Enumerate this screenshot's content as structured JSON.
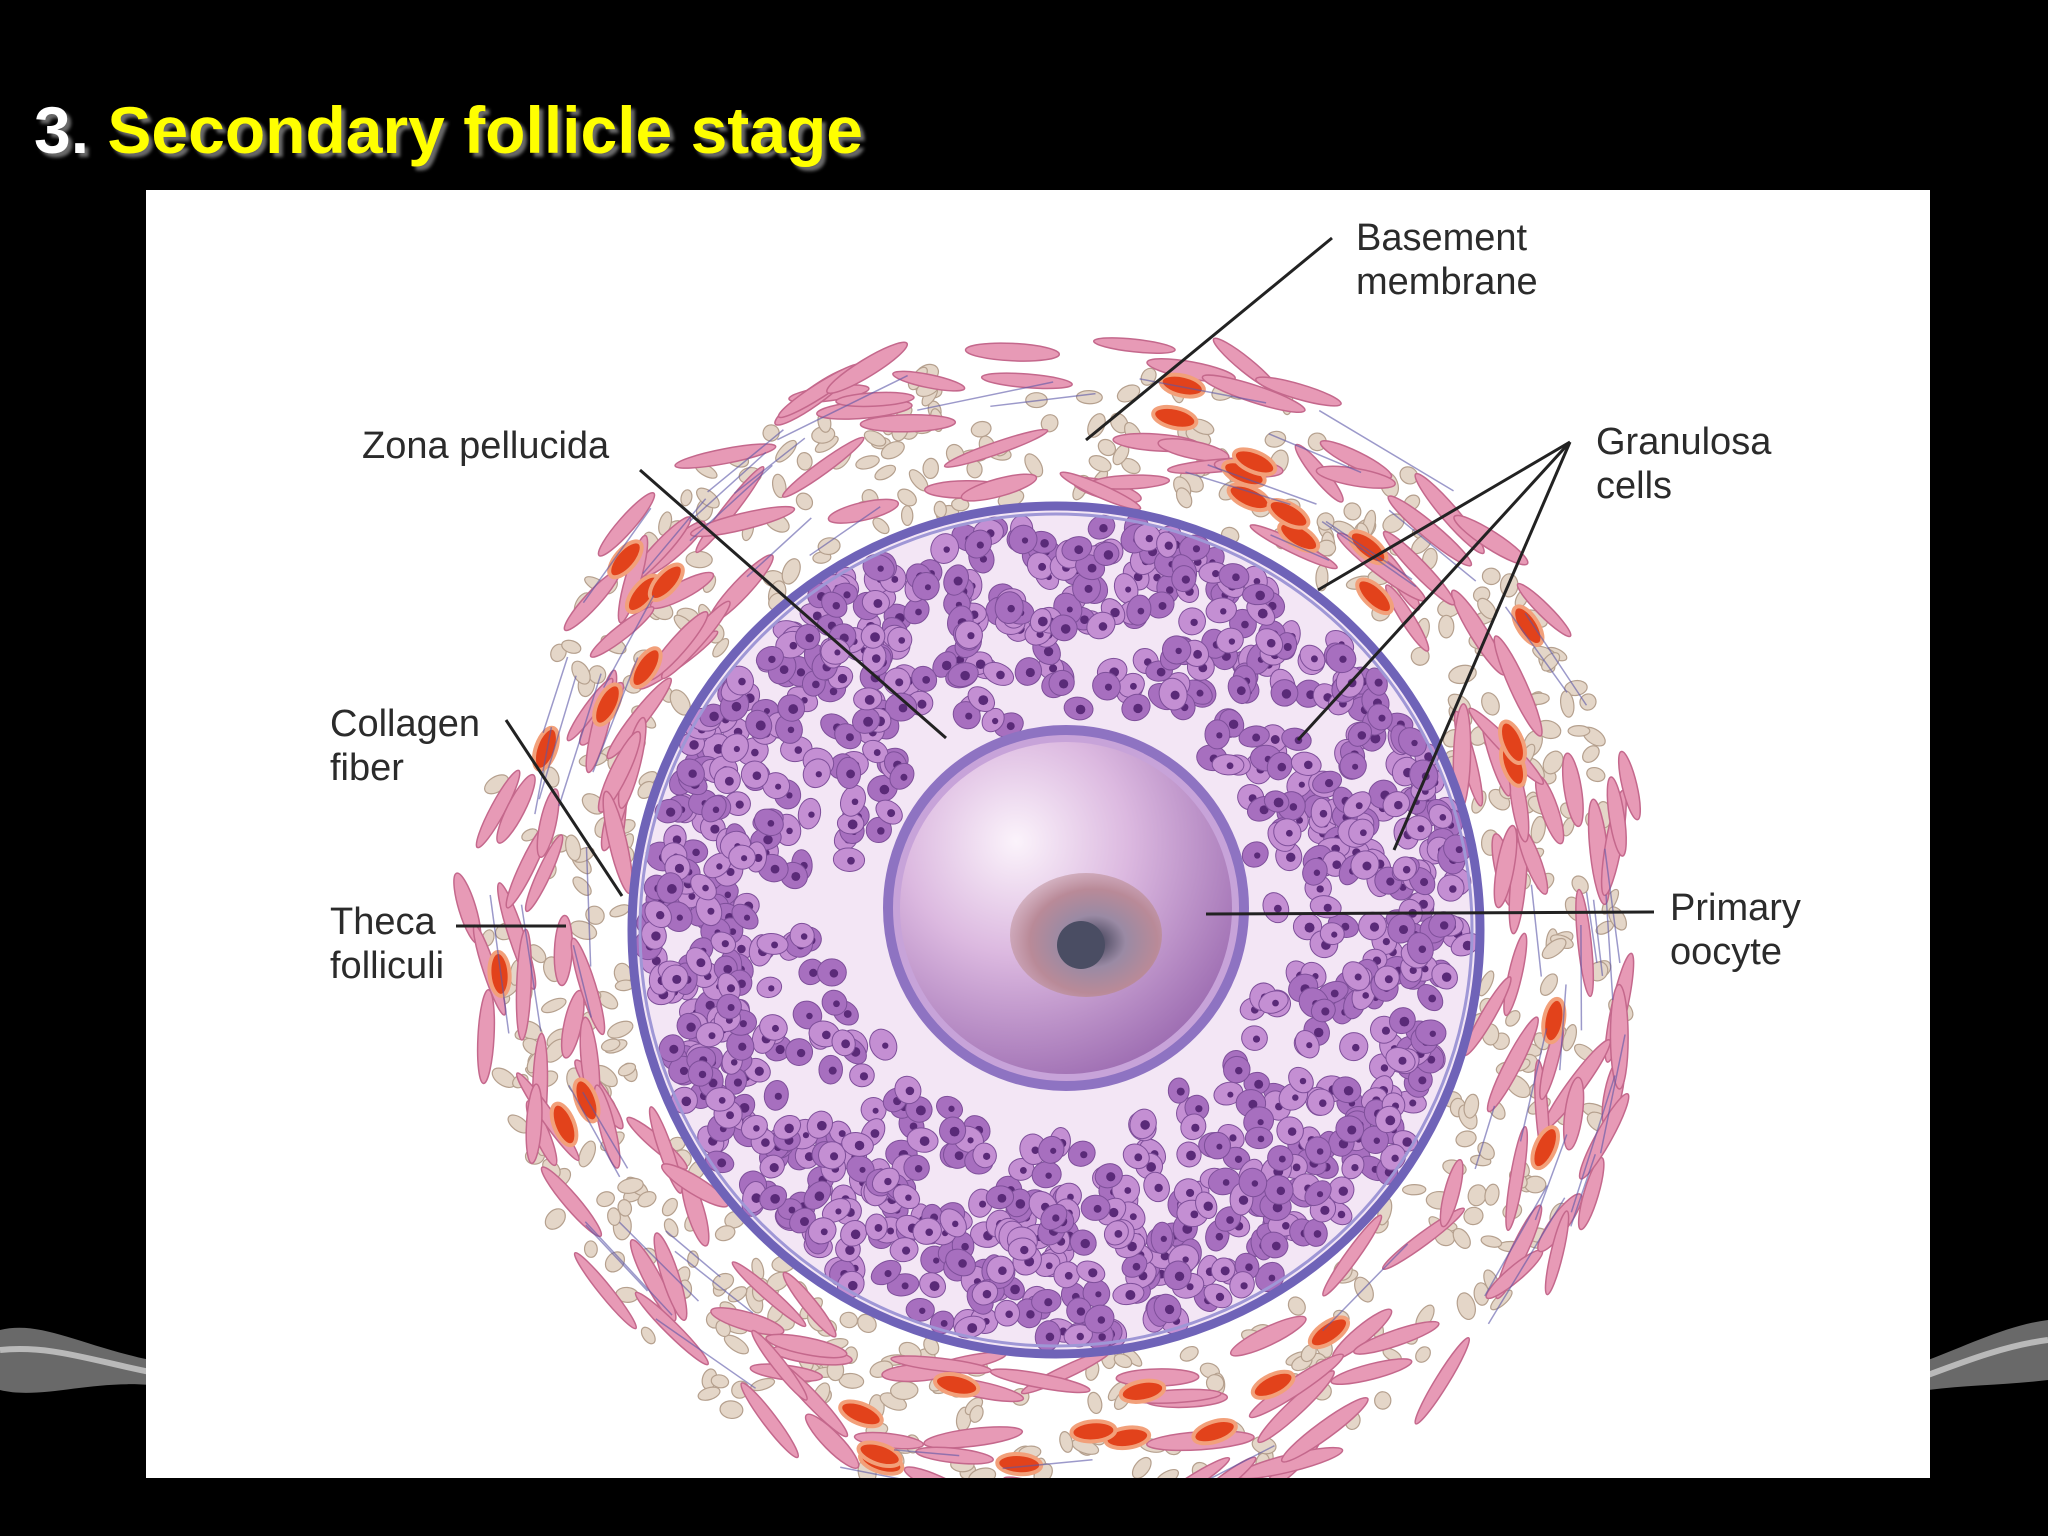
{
  "slide": {
    "title_number": "3.",
    "title_text": "Secondary follicle stage"
  },
  "diagram": {
    "labels": {
      "basement_membrane": "Basement\nmembrane",
      "zona_pellucida": "Zona pellucida",
      "granulosa_cells": "Granulosa\ncells",
      "collagen_fiber": "Collagen\nfiber",
      "theca_folliculi": "Theca\nfolliculi",
      "primary_oocyte": "Primary\noocyte"
    },
    "colors": {
      "background": "#000000",
      "title_number": "#ffffff",
      "title_text": "#ffff00",
      "panel": "#ffffff",
      "theca_cell": "#e79ab6",
      "blood_vessel": "#e2421b",
      "granulosa_cell": "#b27ac8",
      "basement_membrane": "#6f63b8",
      "oocyte": "#d7b5de",
      "nucleus": "#a9788c"
    }
  }
}
